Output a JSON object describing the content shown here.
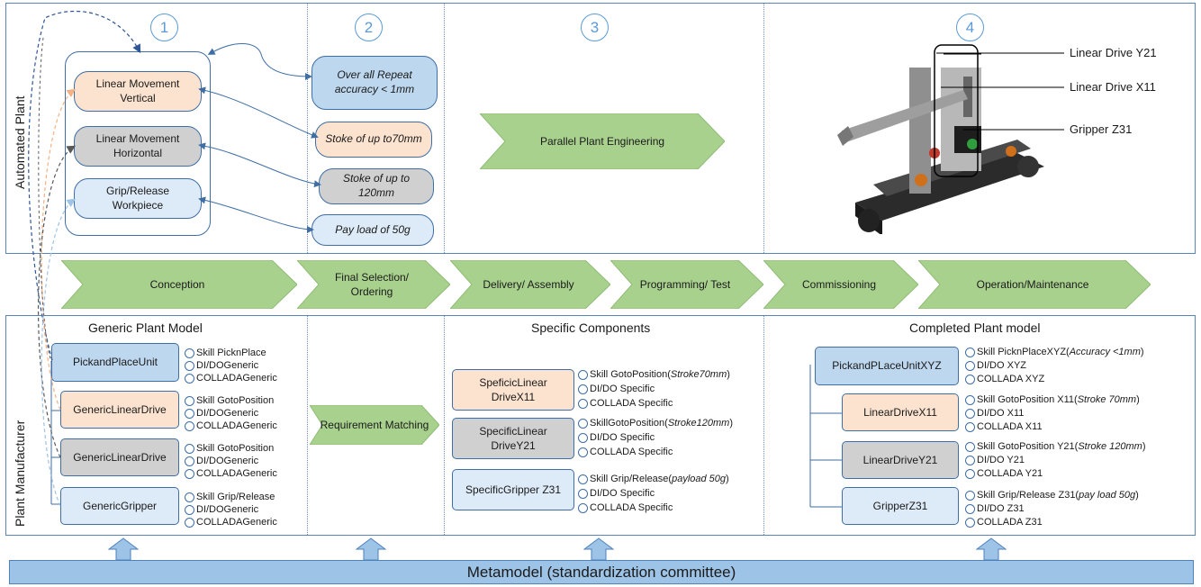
{
  "top": {
    "row_label": "Automated Plant",
    "steps": [
      "1",
      "2",
      "3",
      "4"
    ],
    "capabilities": [
      {
        "label": "Linear Movement Vertical",
        "color": "orange"
      },
      {
        "label": "Linear Movement Horizontal",
        "color": "gray"
      },
      {
        "label": "Grip/Release Workpiece",
        "color": "lightblue"
      }
    ],
    "requirements": [
      {
        "label": "Over all Repeat accuracy < 1mm",
        "color": "blue"
      },
      {
        "label": "Stoke of up to70mm",
        "color": "orange"
      },
      {
        "label": "Stoke of up to 120mm",
        "color": "gray"
      },
      {
        "label": "Pay load of 50g",
        "color": "lightblue"
      }
    ],
    "parallel": "Parallel Plant Engineering",
    "photo_labels": [
      "Linear Drive Y21",
      "Linear Drive X11",
      "Gripper Z31"
    ]
  },
  "phases": [
    "Conception",
    "Final Selection/ Ordering",
    "Delivery/ Assembly",
    "Programming/ Test",
    "Commissioning",
    "Operation/Maintenance"
  ],
  "bottom": {
    "row_label": "Plant Manufacturer",
    "generic": {
      "title": "Generic Plant Model",
      "items": [
        {
          "label": "PickandPlaceUnit",
          "color": "blue",
          "props": [
            [
              "Skill PicknPlace"
            ],
            [
              "DI/DOGeneric"
            ],
            [
              "COLLADAGeneric"
            ]
          ]
        },
        {
          "label": "GenericLinearDrive",
          "color": "orange",
          "props": [
            [
              "Skill GotoPosition"
            ],
            [
              "DI/DOGeneric"
            ],
            [
              "COLLADAGeneric"
            ]
          ]
        },
        {
          "label": "GenericLinearDrive",
          "color": "gray",
          "props": [
            [
              "Skill GotoPosition"
            ],
            [
              "DI/DOGeneric"
            ],
            [
              "COLLADAGeneric"
            ]
          ]
        },
        {
          "label": "GenericGripper",
          "color": "lightblue",
          "props": [
            [
              "Skill Grip/Release"
            ],
            [
              "DI/DOGeneric"
            ],
            [
              "COLLADAGeneric"
            ]
          ]
        }
      ]
    },
    "matching": "Requirement Matching",
    "specific": {
      "title": "Specific Components",
      "items": [
        {
          "label": "SpeficicLinear DriveX11",
          "color": "orange",
          "props": [
            [
              "Skill GotoPosition(",
              "Stroke70mm",
              ")"
            ],
            [
              "DI/DO Specific"
            ],
            [
              "COLLADA Specific"
            ]
          ]
        },
        {
          "label": "SpecificLinear DriveY21",
          "color": "gray",
          "props": [
            [
              "SkillGotoPosition(",
              "Stroke120mm",
              ")"
            ],
            [
              "DI/DO Specific"
            ],
            [
              "COLLADA Specific"
            ]
          ]
        },
        {
          "label": "SpecificGripper Z31",
          "color": "lightblue",
          "props": [
            [
              "Skill Grip/Release(",
              "payload 50g",
              ")"
            ],
            [
              "DI/DO Specific"
            ],
            [
              "COLLADA Specific"
            ]
          ]
        }
      ]
    },
    "completed": {
      "title": "Completed Plant model",
      "items": [
        {
          "label": "PickandPLaceUnitXYZ",
          "color": "blue",
          "props": [
            [
              "Skill PicknPlaceXYZ(",
              "Accuracy <1mm",
              ")"
            ],
            [
              "DI/DO XYZ"
            ],
            [
              "COLLADA XYZ"
            ]
          ]
        },
        {
          "label": "LinearDriveX11",
          "color": "orange",
          "props": [
            [
              "Skill GotoPosition X11(",
              "Stroke 70mm",
              ")"
            ],
            [
              "DI/DO X11"
            ],
            [
              "COLLADA X11"
            ]
          ]
        },
        {
          "label": "LinearDriveY21",
          "color": "gray",
          "props": [
            [
              "Skill GotoPosition Y21(",
              "Stroke 120mm",
              ")"
            ],
            [
              "DI/DO Y21"
            ],
            [
              "COLLADA Y21"
            ]
          ]
        },
        {
          "label": "GripperZ31",
          "color": "lightblue",
          "props": [
            [
              "Skill Grip/Release Z31(",
              "pay load 50g",
              ")"
            ],
            [
              "DI/DO Z31"
            ],
            [
              "COLLADA Z31"
            ]
          ]
        }
      ]
    }
  },
  "metamodel": "Metamodel (standardization committee)",
  "colors": {
    "orange": "#fbe3cf",
    "gray": "#d0d0d0",
    "lightblue": "#ddeaf7",
    "blue": "#bdd7ee",
    "chevron": "#a9d18e",
    "border": "#3f6ea5"
  }
}
